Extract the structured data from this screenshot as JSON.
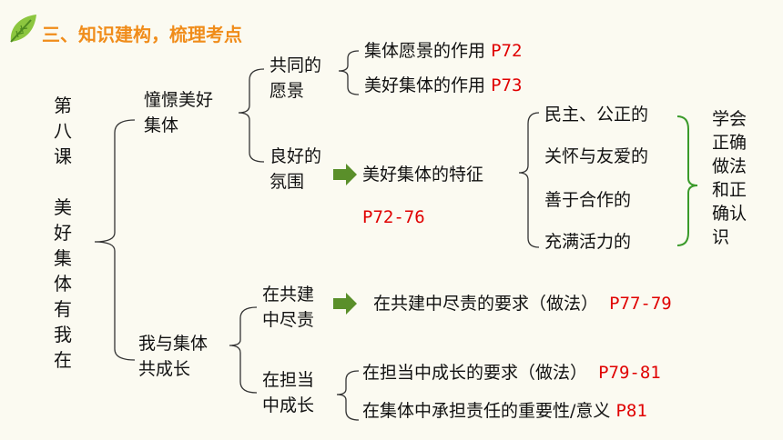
{
  "header": {
    "title": "三、知识建构，梳理考点",
    "icon": "leaf-icon",
    "accent": "#f08c1a"
  },
  "lesson": {
    "chars": [
      "第",
      "八",
      "课",
      "",
      "美",
      "好",
      "集",
      "体",
      "有",
      "我",
      "在"
    ]
  },
  "branch1": {
    "label_l1": "憧憬美好",
    "label_l2": "集体",
    "sub1": {
      "l1": "共同的",
      "l2": "愿景",
      "items": [
        {
          "text": "集体愿景的作用",
          "page": "P72"
        },
        {
          "text": "美好集体的作用",
          "page": "P73"
        }
      ]
    },
    "sub2": {
      "l1": "良好的",
      "l2": "氛围",
      "feature": "美好集体的特征",
      "page": "P72-76",
      "traits": [
        "民主、公正的",
        "关怀与友爱的",
        "善于合作的",
        "充满活力的"
      ],
      "learn": [
        "学会",
        "正确",
        "做法",
        "和正",
        "确认",
        "识"
      ]
    }
  },
  "branch2": {
    "label_l1": "我与集体",
    "label_l2": "共成长",
    "sub1": {
      "l1": "在共建",
      "l2": "中尽责",
      "text": "在共建中尽责的要求（做法）",
      "page": "P77-79"
    },
    "sub2": {
      "l1": "在担当",
      "l2": "中成长",
      "items": [
        {
          "text": "在担当中成长的要求（做法）",
          "page": "P79-81"
        },
        {
          "text": "在集体中承担责任的重要性/意义",
          "page": "P81"
        }
      ]
    }
  },
  "colors": {
    "arrow": "#5a8f2a",
    "bracket_green": "#3a9a2a",
    "page_ref": "#e00000"
  }
}
